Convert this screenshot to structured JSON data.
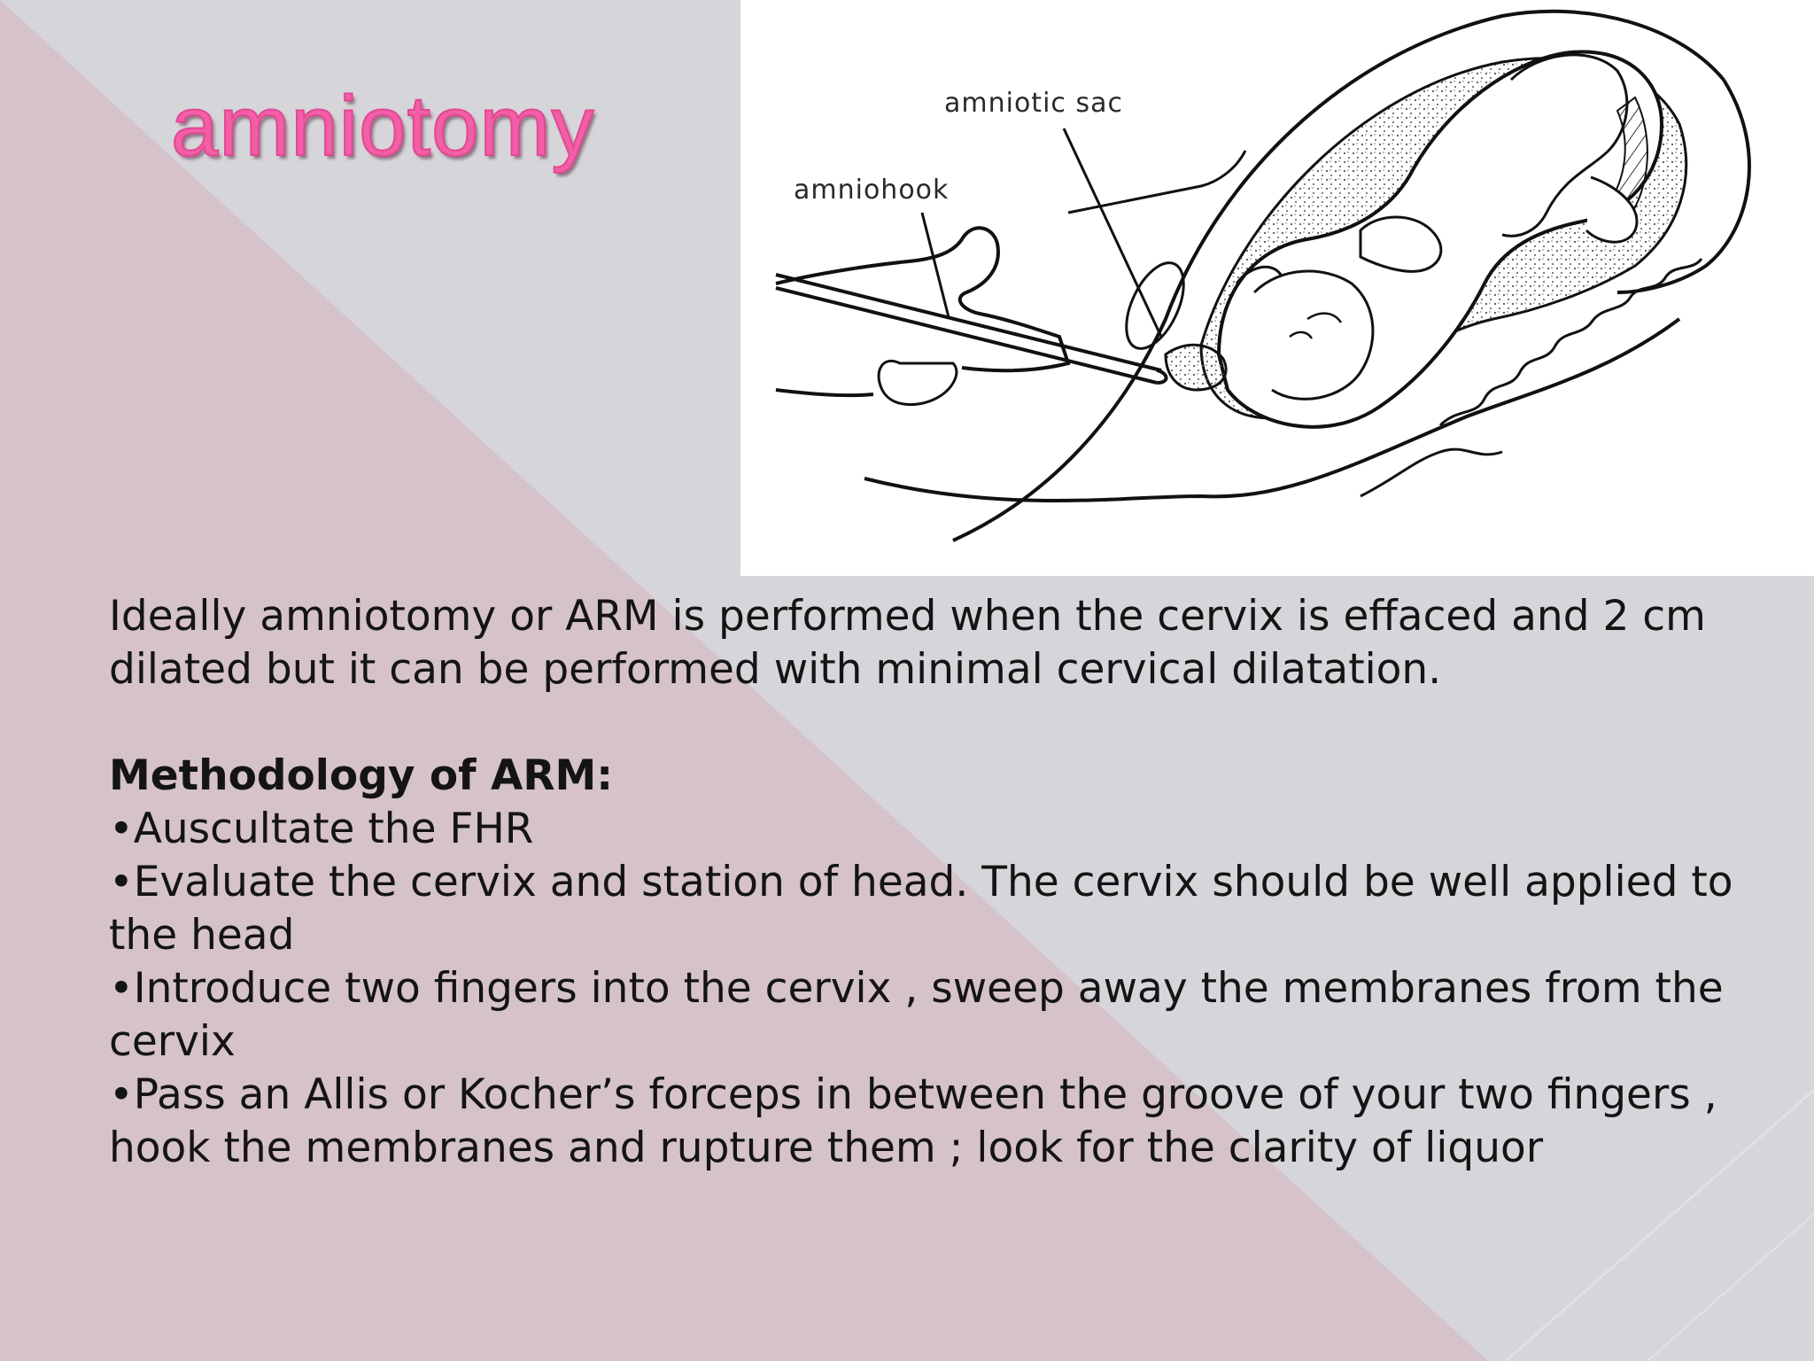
{
  "slide": {
    "title": "amniotomy",
    "illustration": {
      "labels": {
        "amniotic_sac": "amniotic sac",
        "amniohook": "amniohook"
      }
    },
    "intro": "Ideally amniotomy or ARM is performed when the cervix is effaced and 2 cm dilated but it can be performed with minimal cervical dilatation.",
    "methodology_heading": "Methodology of ARM:",
    "steps": [
      "•Auscultate the FHR",
      "•Evaluate the cervix and station of head. The cervix should be well applied to the head",
      "•Introduce two fingers into the cervix , sweep away the membranes from the cervix",
      "•Pass an Allis or Kocher’s forceps in between the groove of your two fingers , hook the membranes and rupture them ; look for the clarity of liquor"
    ]
  },
  "colors": {
    "title_pink": "#f25fa6",
    "background_grey": "#d6d5d9",
    "background_pink_wedge": "#d5c2ca",
    "text": "#141414"
  }
}
